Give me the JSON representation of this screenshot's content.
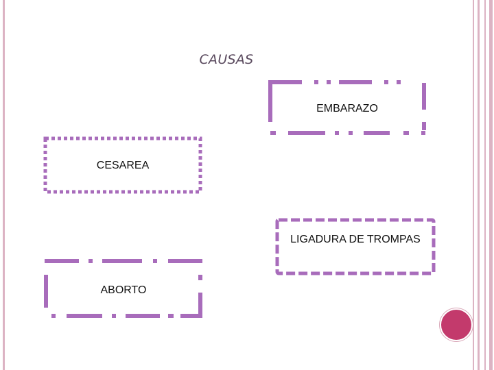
{
  "title": "CAUSAS",
  "nodes": [
    {
      "id": "embarazo",
      "label": "EMBARAZO",
      "style": "dash-dot"
    },
    {
      "id": "cesarea",
      "label": "CESAREA",
      "style": "dotted"
    },
    {
      "id": "ligadura",
      "label": "LIGADURA DE TROMPAS",
      "style": "dashed"
    },
    {
      "id": "aborto",
      "label": "ABORTO",
      "style": "dash-dot"
    }
  ],
  "colors": {
    "box_border": "#a86cbb",
    "side_rule": "#dcb3c3",
    "title_text": "#5a4a5e",
    "accent_circle": "#c33a6c"
  }
}
